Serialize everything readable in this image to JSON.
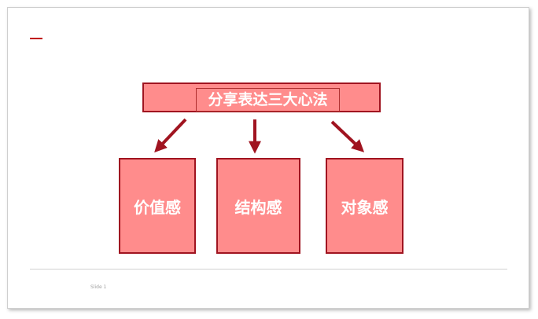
{
  "diagram": {
    "root": {
      "label": "分享表达三大心法"
    },
    "children": [
      {
        "label": "价值感"
      },
      {
        "label": "结构感"
      },
      {
        "label": "对象感"
      }
    ]
  },
  "footer": {
    "slide_number": "Slide 1"
  },
  "colors": {
    "box_fill": "#ff8c8c",
    "box_border": "#a01420",
    "arrow": "#a01420",
    "accent": "#c00000",
    "text": "#ffffff"
  }
}
